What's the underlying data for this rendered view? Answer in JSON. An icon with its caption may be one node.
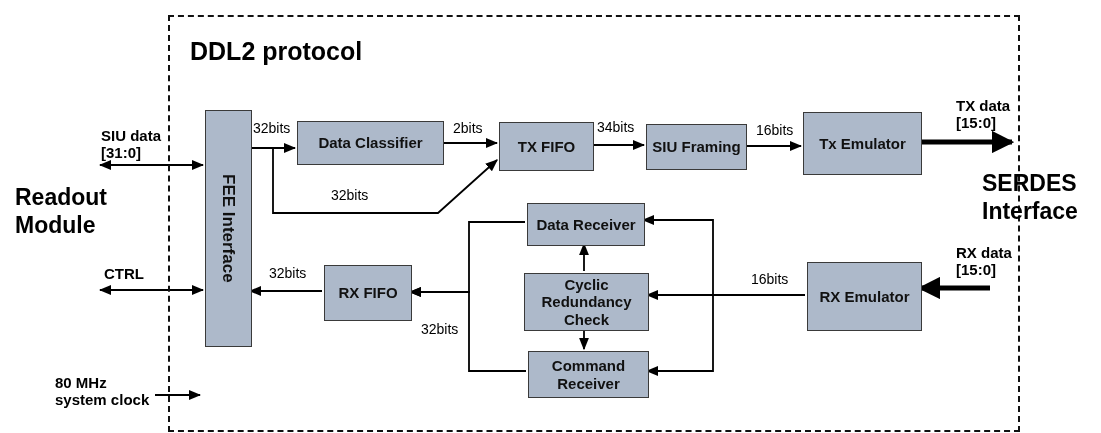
{
  "diagram": {
    "nodes": [
      {
        "text": [
          "DDL2 protocol"
        ]
      },
      {
        "text": [
          "FEE Interface"
        ],
        "in": 0
      },
      {
        "text": [
          "Data Classifier"
        ],
        "in": 0
      },
      {
        "text": [
          "TX FIFO"
        ],
        "in": 0
      },
      {
        "text": [
          "SIU Framing"
        ],
        "in": 0
      },
      {
        "text": [
          "Tx Emulator"
        ],
        "in": 0
      },
      {
        "text": [
          "RX FIFO"
        ],
        "in": 0
      },
      {
        "text": [
          "Data Receiver"
        ],
        "in": 0
      },
      {
        "text": [
          "Cyclic Redundancy Check"
        ],
        "in": 0
      },
      {
        "text": [
          "Command Receiver"
        ],
        "in": 0
      },
      {
        "text": [
          "RX Emulator"
        ],
        "in": 0
      },
      {
        "text": [
          "80 MHz system clock"
        ]
      }
    ],
    "edges": [
      {
        "from": null,
        "to": 1,
        "arrow": "both",
        "label": "SIU data [31:0]"
      },
      {
        "from": null,
        "to": 1,
        "arrow": "both",
        "label": "CTRL"
      },
      {
        "from": 11,
        "to": null,
        "arrow": "to"
      },
      {
        "from": 1,
        "to": 2,
        "arrow": "to",
        "label": "32bits"
      },
      {
        "from": 1,
        "to": 3,
        "arrow": "to",
        "label": "32bits"
      },
      {
        "from": 2,
        "to": 3,
        "arrow": "to",
        "label": "2bits"
      },
      {
        "from": 3,
        "to": 4,
        "arrow": "to",
        "label": "34bits"
      },
      {
        "from": 4,
        "to": 5,
        "arrow": "to",
        "label": "16bits"
      },
      {
        "from": 5,
        "to": null,
        "arrow": "to",
        "label": "TX data [15:0]",
        "style": "thick"
      },
      {
        "from": null,
        "to": 10,
        "arrow": "to",
        "label": "RX data [15:0]",
        "style": "thick"
      },
      {
        "from": 10,
        "to": 8,
        "arrow": "to",
        "label": "16bits"
      },
      {
        "from": 10,
        "to": 7,
        "arrow": "to"
      },
      {
        "from": 10,
        "to": 9,
        "arrow": "to"
      },
      {
        "from": 8,
        "to": 7,
        "arrow": "to"
      },
      {
        "from": 8,
        "to": 9,
        "arrow": "to"
      },
      {
        "from": 7,
        "to": 6,
        "arrow": "to",
        "label": "32bits"
      },
      {
        "from": 9,
        "to": 6,
        "arrow": "to"
      },
      {
        "from": 6,
        "to": 1,
        "arrow": "to",
        "label": "32bits"
      }
    ],
    "labels": [
      "Readout Module",
      "SERDES Interface"
    ]
  }
}
